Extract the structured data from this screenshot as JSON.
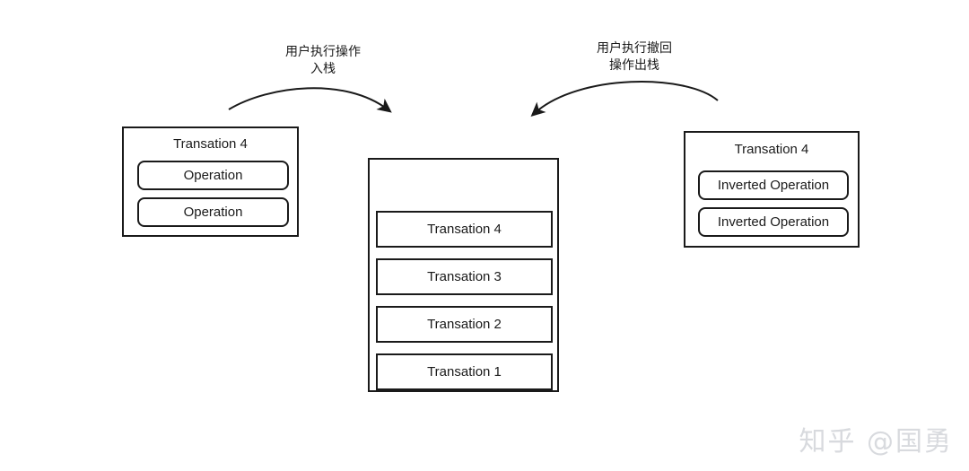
{
  "diagram": {
    "title": "Undo/Redo transaction stack diagram",
    "background_color": "#ffffff",
    "stroke_color": "#1a1a1a",
    "annotations": [
      {
        "name": "push-annotation",
        "line1": "用户执行操作",
        "line2": "入栈",
        "text": "用户执行操作\n入栈"
      },
      {
        "name": "pop-annotation",
        "line1": "用户执行撤回",
        "line2": "操作出栈",
        "text": "用户执行撤回\n操作出栈"
      }
    ],
    "left_group": {
      "name": "transaction-source-group",
      "title": "Transation 4",
      "items": [
        {
          "label": "Operation"
        },
        {
          "label": "Operation"
        }
      ]
    },
    "center_stack": {
      "name": "transaction-stack",
      "rows": [
        {
          "label": "Transation 4"
        },
        {
          "label": "Transation 3"
        },
        {
          "label": "Transation 2"
        },
        {
          "label": "Transation 1"
        }
      ]
    },
    "right_group": {
      "name": "inverted-transaction-group",
      "title": "Transation 4",
      "items": [
        {
          "label": "Inverted Operation"
        },
        {
          "label": "Inverted Operation"
        }
      ]
    },
    "watermark": {
      "text": "知乎 @国勇",
      "color": "#d8dade"
    }
  }
}
